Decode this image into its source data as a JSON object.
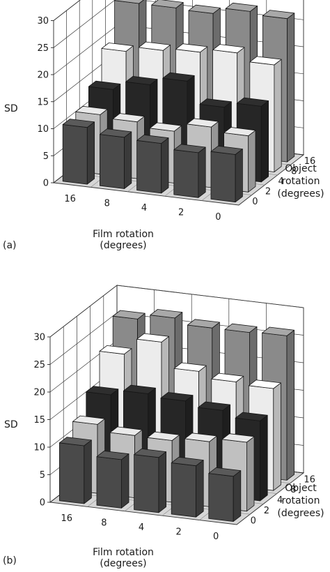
{
  "chart_data": [
    {
      "panel_label": "(a)",
      "type": "bar3d",
      "ylabel": "SD",
      "xlabel": "Film rotation (degrees)",
      "xlabel_lines": [
        "Film rotation",
        "(degrees)"
      ],
      "zlabel": "Object rotation (degrees)",
      "zlabel_lines": [
        "Object",
        "rotation",
        "(degrees)"
      ],
      "film_categories": [
        "16",
        "8",
        "4",
        "2",
        "0"
      ],
      "object_categories": [
        "0",
        "2",
        "4",
        "8",
        "16"
      ],
      "y_ticks": [
        "0",
        "5",
        "10",
        "15",
        "20",
        "25",
        "30"
      ],
      "ylim": [
        0,
        30
      ],
      "series": [
        {
          "object": "0",
          "values": [
            10.5,
            9.5,
            9.2,
            8.3,
            8.8
          ]
        },
        {
          "object": "2",
          "values": [
            11.0,
            10.5,
            9.6,
            11.2,
            10.4
          ]
        },
        {
          "object": "4",
          "values": [
            13.8,
            15.5,
            17.0,
            13.0,
            14.0
          ]
        },
        {
          "object": "8",
          "values": [
            19.0,
            20.0,
            20.5,
            21.2,
            19.8
          ]
        },
        {
          "object": "16",
          "values": [
            26.0,
            26.0,
            25.8,
            27.0,
            26.5
          ]
        }
      ],
      "colors": [
        "#4a4a4a",
        "#c0c0c0",
        "#262626",
        "#ececec",
        "#8a8a8a"
      ]
    },
    {
      "panel_label": "(b)",
      "type": "bar3d",
      "ylabel": "SD",
      "xlabel": "Film rotation (degrees)",
      "xlabel_lines": [
        "Film rotation",
        "(degrees)"
      ],
      "zlabel": "Object rotation (degrees)",
      "zlabel_lines": [
        "Object",
        "rotation",
        "(degrees)"
      ],
      "film_categories": [
        "16",
        "8",
        "4",
        "2",
        "0"
      ],
      "object_categories": [
        "0",
        "2",
        "4",
        "8",
        "16"
      ],
      "y_ticks": [
        "0",
        "5",
        "10",
        "15",
        "20",
        "25",
        "30"
      ],
      "ylim": [
        0,
        30
      ],
      "series": [
        {
          "object": "0",
          "values": [
            10.5,
            8.8,
            10.0,
            9.3,
            8.2
          ]
        },
        {
          "object": "2",
          "values": [
            12.5,
            11.3,
            11.2,
            11.8,
            12.5
          ]
        },
        {
          "object": "4",
          "values": [
            16.0,
            17.0,
            16.5,
            15.6,
            14.5
          ]
        },
        {
          "object": "8",
          "values": [
            21.5,
            24.5,
            20.0,
            18.9,
            18.5
          ]
        },
        {
          "object": "16",
          "values": [
            26.0,
            27.0,
            26.0,
            26.0,
            26.2
          ]
        }
      ],
      "colors": [
        "#4a4a4a",
        "#c0c0c0",
        "#262626",
        "#ececec",
        "#8a8a8a"
      ]
    }
  ]
}
